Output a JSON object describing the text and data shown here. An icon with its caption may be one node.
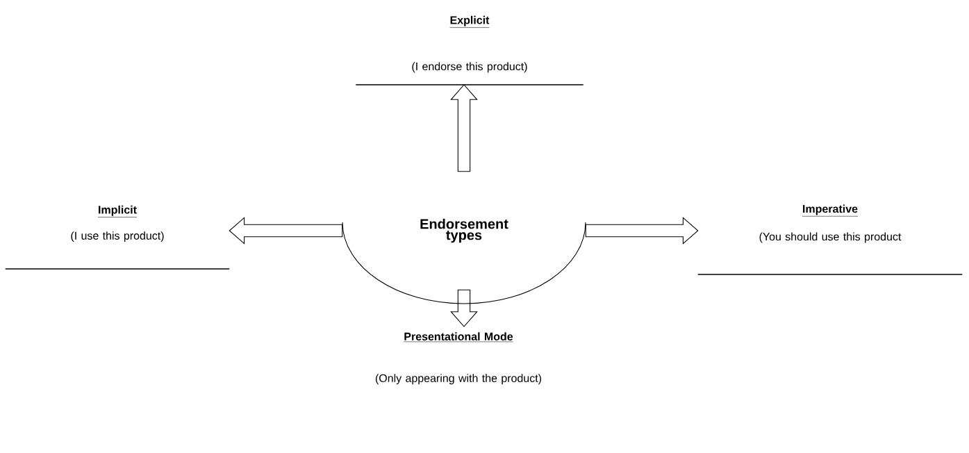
{
  "diagram": {
    "nodes": [
      {
        "text": [
          "Endorsement types"
        ]
      },
      {
        "text": [
          "Explicit",
          "(I endorse this product)"
        ]
      },
      {
        "text": [
          "Implicit",
          "(I use this product)"
        ]
      },
      {
        "text": [
          "Imperative",
          "(You should use this product"
        ]
      },
      {
        "text": [
          "Presentational Mode",
          "(Only appearing with the product)"
        ]
      }
    ],
    "edges": [
      {
        "from": 0,
        "to": 1,
        "arrow": "to"
      },
      {
        "from": 0,
        "to": 2,
        "arrow": "to"
      },
      {
        "from": 0,
        "to": 3,
        "arrow": "to"
      },
      {
        "from": 0,
        "to": 4,
        "arrow": "to"
      }
    ]
  }
}
